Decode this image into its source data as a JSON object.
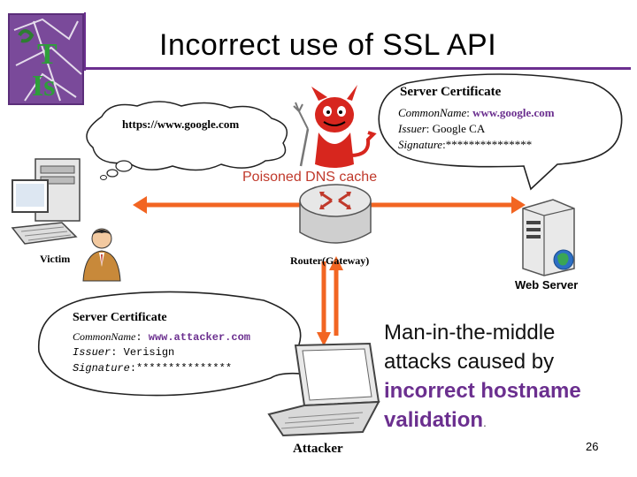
{
  "slide": {
    "title": "Incorrect use of SSL API",
    "page_number": "26"
  },
  "bubbles": {
    "victim_url": "https://www.google.com",
    "server_cert": {
      "heading": "Server Certificate",
      "cn_label": "CommonName",
      "cn_value": "www.google.com",
      "issuer_label": "Issuer",
      "issuer_value": "Google CA",
      "sig_label": "Signature",
      "sig_value": "***************"
    },
    "attacker_cert": {
      "heading": "Server Certificate",
      "cn_label": "CommonName",
      "cn_value": "www.attacker.com",
      "issuer_label": "Issuer",
      "issuer_value": "Verisign",
      "sig_label": "Signature",
      "sig_value": "***************"
    }
  },
  "labels": {
    "poisoned_dns": "Poisoned DNS cache",
    "victim": "Victim",
    "router": "Router(Gateway)",
    "web_server": "Web Server",
    "attacker": "Attacker"
  },
  "caption": {
    "line1": "Man-in-the-middle",
    "line2": "attacks caused by",
    "line3": "incorrect hostname",
    "line4": "validation",
    "punct": "."
  },
  "colors": {
    "accent": "#6b2f8f",
    "arrow": "#f26522",
    "dns_text": "#c0392b",
    "cert_value": "#6b2f8f",
    "devil_red": "#d7261e"
  }
}
